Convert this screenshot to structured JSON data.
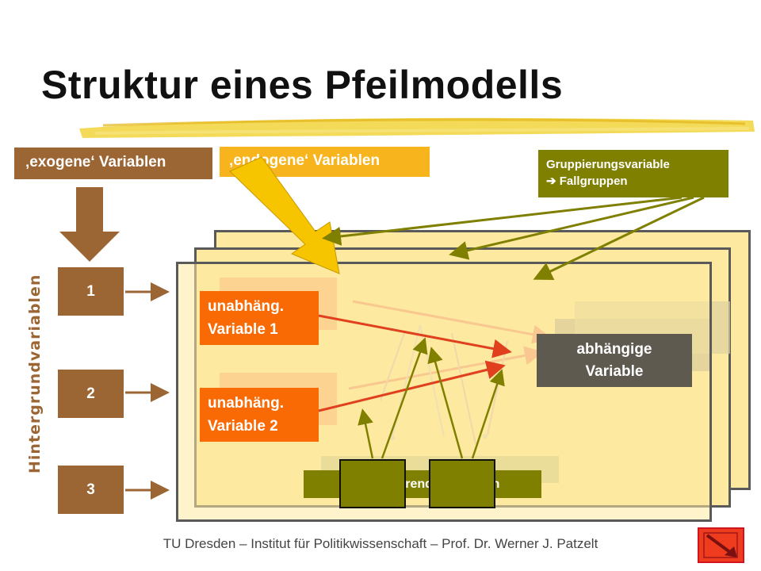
{
  "title": "Struktur eines Pfeilmodells",
  "labels": {
    "exogen": "‚exogene‘ Variablen",
    "endogen": "‚endogene‘ Variablen",
    "grouping_line1": "Gruppierungsvariable",
    "grouping_line2": "Fallgruppen",
    "background_vars": "Hintergrundvariablen"
  },
  "background_levels": [
    "1",
    "2",
    "3"
  ],
  "model": {
    "independent1_line1": "unabhäng.",
    "independent1_line2": "Variable 1",
    "independent2_line1": "unabhäng.",
    "independent2_line2": "Variable 2",
    "dependent_line1": "abhängige",
    "dependent_line2": "Variable",
    "intervening": "intervenierende Variablen"
  },
  "footer": "TU Dresden – Institut für Politikwissenschaft – Prof. Dr. Werner J. Patzelt",
  "colors": {
    "brown": "#9c6634",
    "gold": "#f7b41c",
    "olive": "#7f7f00",
    "orange": "#f96a05",
    "frame_fill": "#fde9a0",
    "dependent": "#5f5a50",
    "nav": "#f03c1e"
  },
  "icons": {
    "next_slide": "nav-arrow-icon"
  }
}
